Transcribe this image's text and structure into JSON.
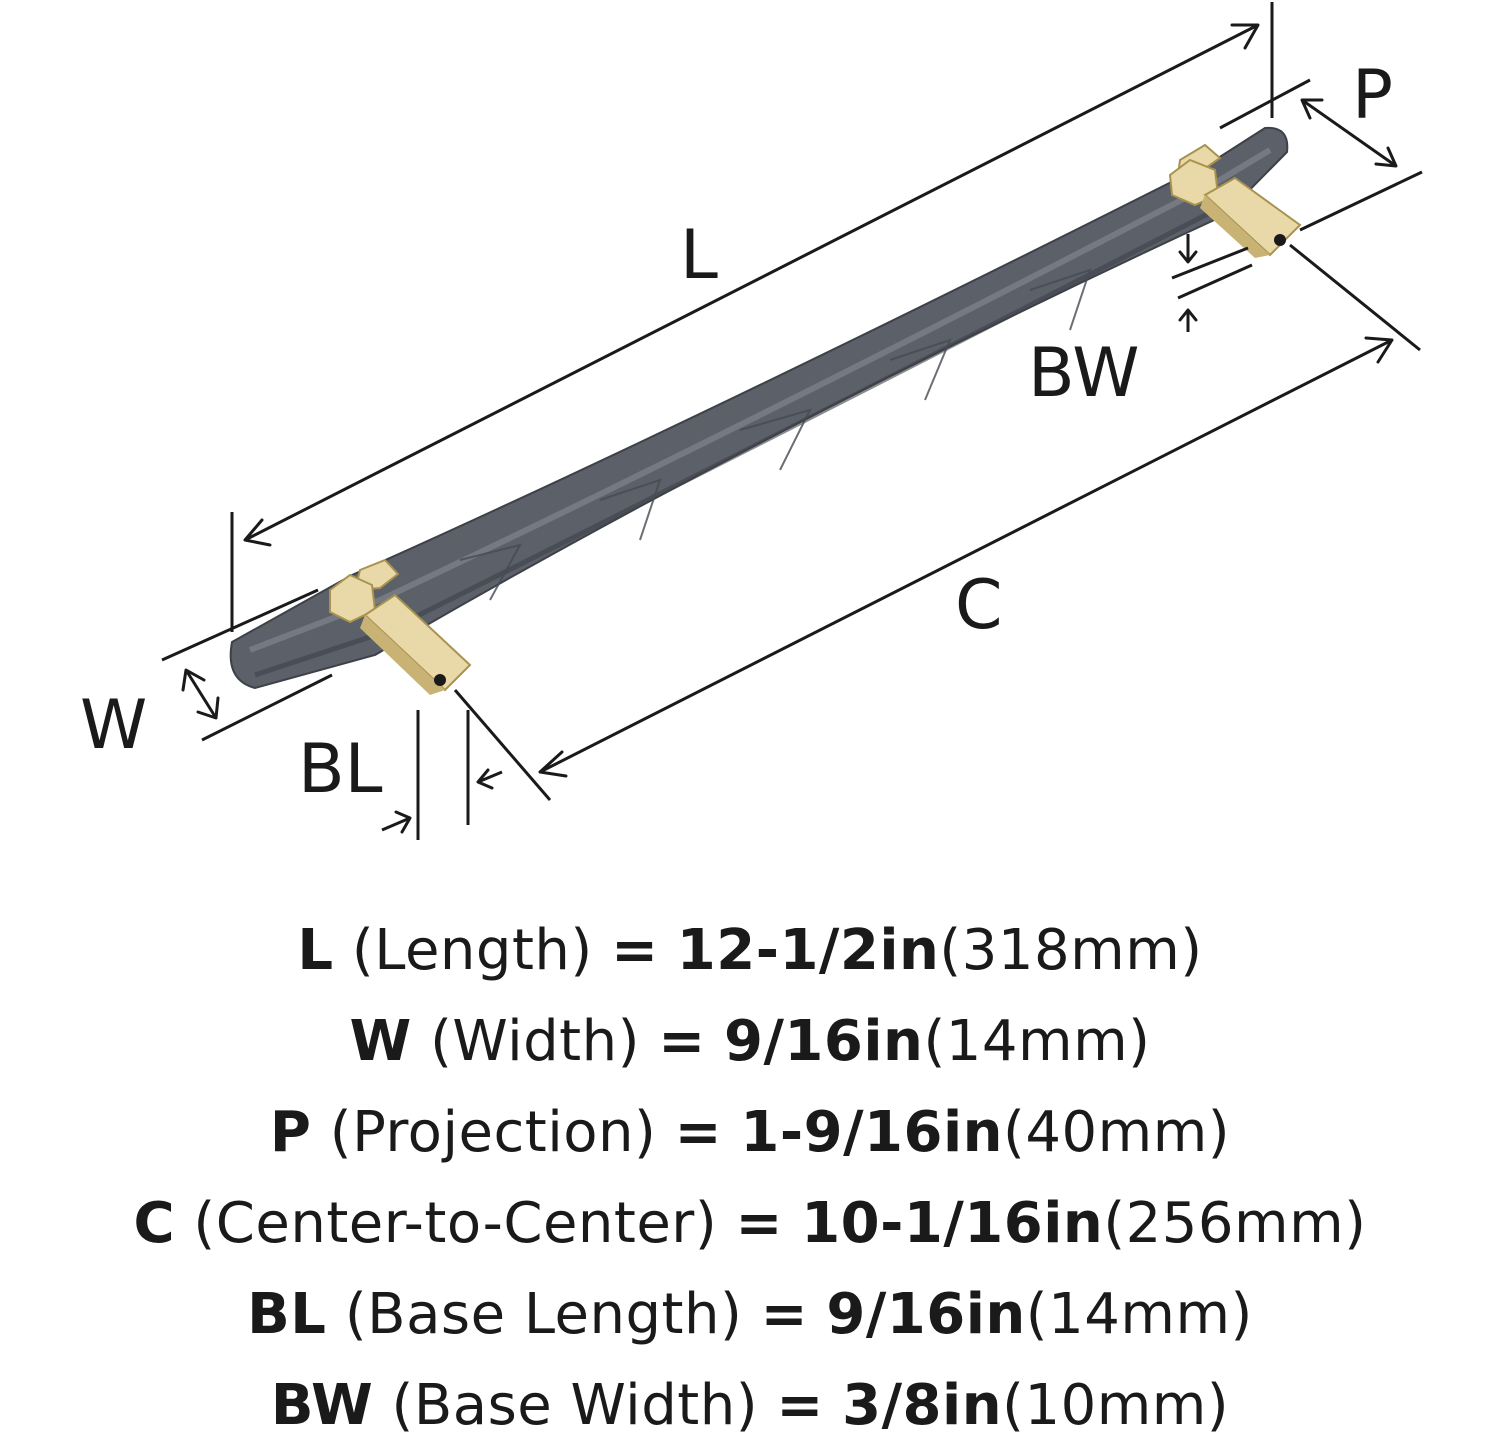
{
  "diagram": {
    "labels": {
      "L": "L",
      "W": "W",
      "P": "P",
      "C": "C",
      "BL": "BL",
      "BW": "BW"
    },
    "colors": {
      "handle": "#5b6069",
      "handle_dark": "#3d4148",
      "handle_light": "#80858d",
      "base": "#ead9a8",
      "base_dark": "#c9b374",
      "ink": "#1a1a1a"
    }
  },
  "specs": [
    {
      "code": "L",
      "name": "(Length)",
      "eq": "=",
      "imperial": "12-1/2in",
      "metric": "(318mm)"
    },
    {
      "code": "W",
      "name": "(Width)",
      "eq": "=",
      "imperial": "9/16in",
      "metric": "(14mm)"
    },
    {
      "code": "P",
      "name": "(Projection)",
      "eq": "=",
      "imperial": "1-9/16in",
      "metric": "(40mm)"
    },
    {
      "code": "C",
      "name": "(Center-to-Center)",
      "eq": "=",
      "imperial": "10-1/16in",
      "metric": "(256mm)"
    },
    {
      "code": "BL",
      "name": "(Base Length)",
      "eq": "=",
      "imperial": "9/16in",
      "metric": "(14mm)"
    },
    {
      "code": "BW",
      "name": "(Base Width)",
      "eq": "=",
      "imperial": "3/8in",
      "metric": "(10mm)"
    }
  ]
}
